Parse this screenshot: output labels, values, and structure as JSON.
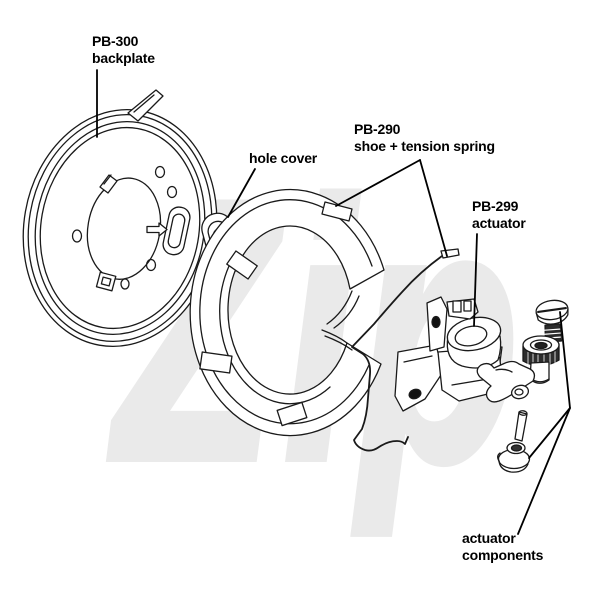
{
  "background_color": "#ffffff",
  "line_color": "#1a1a1a",
  "watermark": {
    "text": "Zip",
    "color": "#eaeaea"
  },
  "labels": {
    "pb300": {
      "line1": "PB-300",
      "line2": "backplate"
    },
    "hole_cover": {
      "line1": "hole cover"
    },
    "pb290": {
      "line1": "PB-290",
      "line2": "shoe + tension spring"
    },
    "pb299": {
      "line1": "PB-299",
      "line2": "actuator"
    },
    "actuator_components": {
      "line1": "actuator",
      "line2": "components"
    }
  }
}
